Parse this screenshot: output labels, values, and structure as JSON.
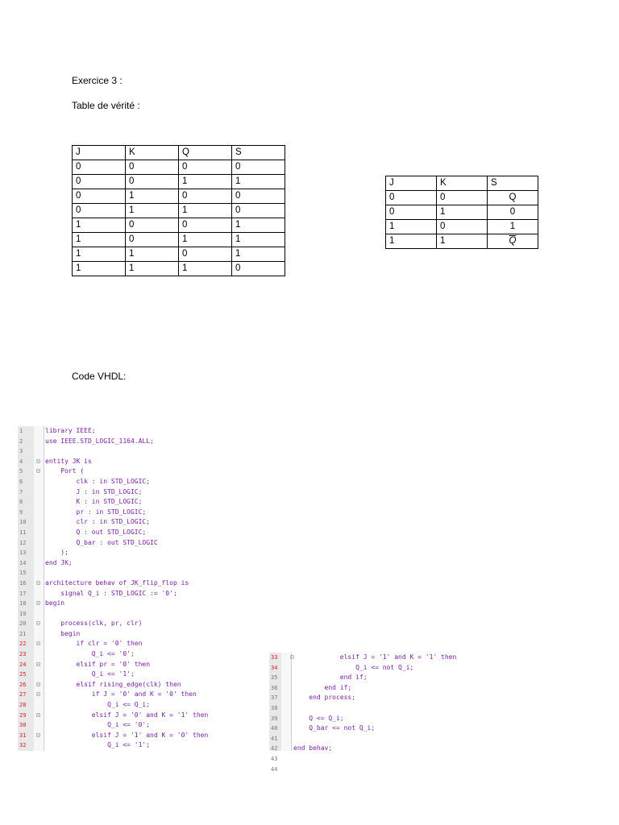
{
  "headings": {
    "exercise": "Exercice 3 :",
    "truth_table": "Table de vérité :",
    "vhdl": "Code VHDL:"
  },
  "table1": {
    "header": [
      "J",
      "K",
      "Q",
      "S"
    ],
    "rows": [
      [
        "0",
        "0",
        "0",
        "0"
      ],
      [
        "0",
        "0",
        "1",
        "1"
      ],
      [
        "0",
        "1",
        "0",
        "0"
      ],
      [
        "0",
        "1",
        "1",
        "0"
      ],
      [
        "1",
        "0",
        "0",
        "1"
      ],
      [
        "1",
        "0",
        "1",
        "1"
      ],
      [
        "1",
        "1",
        "0",
        "1"
      ],
      [
        "1",
        "1",
        "1",
        "0"
      ]
    ]
  },
  "table2": {
    "header": [
      "J",
      "K",
      "S"
    ],
    "rows": [
      [
        "0",
        "0",
        "Q"
      ],
      [
        "0",
        "1",
        "0"
      ],
      [
        "1",
        "0",
        "1"
      ],
      [
        "1",
        "1",
        "Q"
      ]
    ]
  },
  "code_panel_1": {
    "lines": [
      {
        "n": "1",
        "t": "library IEEE;"
      },
      {
        "n": "2",
        "t": "use IEEE.STD_LOGIC_1164.ALL;"
      },
      {
        "n": "3",
        "t": ""
      },
      {
        "n": "4",
        "t": "entity JK is"
      },
      {
        "n": "5",
        "t": "    Port ("
      },
      {
        "n": "6",
        "t": "        clk : in STD_LOGIC;"
      },
      {
        "n": "7",
        "t": "        J : in STD_LOGIC;"
      },
      {
        "n": "8",
        "t": "        K : in STD_LOGIC;"
      },
      {
        "n": "9",
        "t": "        pr : in STD_LOGIC;"
      },
      {
        "n": "10",
        "t": "        clr : in STD_LOGIC;"
      },
      {
        "n": "11",
        "t": "        Q : out STD_LOGIC;"
      },
      {
        "n": "12",
        "t": "        Q_bar : out STD_LOGIC"
      },
      {
        "n": "13",
        "t": "    );"
      },
      {
        "n": "14",
        "t": "end JK;"
      },
      {
        "n": "15",
        "t": ""
      },
      {
        "n": "16",
        "t": "architecture behav of JK_flip_flop is"
      },
      {
        "n": "17",
        "t": "    signal Q_i : STD_LOGIC := '0';"
      },
      {
        "n": "18",
        "t": "begin"
      },
      {
        "n": "19",
        "t": ""
      },
      {
        "n": "20",
        "t": "    process(clk, pr, clr)"
      },
      {
        "n": "21",
        "t": "    begin"
      },
      {
        "n": "22",
        "t": "        if clr = '0' then"
      },
      {
        "n": "23",
        "t": "            Q_i <= '0';"
      },
      {
        "n": "24",
        "t": "        elsif pr = '0' then"
      },
      {
        "n": "25",
        "t": "            Q_i <= '1';"
      },
      {
        "n": "26",
        "t": "        elsif rising_edge(clk) then"
      },
      {
        "n": "27",
        "t": "            if J = '0' and K = '0' then"
      },
      {
        "n": "28",
        "t": "                Q_i <= Q_i;"
      },
      {
        "n": "29",
        "t": "            elsif J = '0' and K = '1' then"
      },
      {
        "n": "30",
        "t": "                Q_i <= '0';"
      },
      {
        "n": "31",
        "t": "            elsif J = '1' and K = '0' then"
      },
      {
        "n": "32",
        "t": "                Q_i <= '1';"
      }
    ]
  },
  "code_panel_2": {
    "lines": [
      {
        "n": "33",
        "t": "            elsif J = '1' and K = '1' then"
      },
      {
        "n": "34",
        "t": "                Q_i <= not Q_i;"
      },
      {
        "n": "35",
        "t": "            end if;"
      },
      {
        "n": "36",
        "t": "        end if;"
      },
      {
        "n": "37",
        "t": "    end process;"
      },
      {
        "n": "38",
        "t": ""
      },
      {
        "n": "39",
        "t": "    Q <= Q_i;"
      },
      {
        "n": "40",
        "t": "    Q_bar <= not Q_i;"
      },
      {
        "n": "41",
        "t": ""
      },
      {
        "n": "42",
        "t": "end behav;"
      },
      {
        "n": "43",
        "t": ""
      },
      {
        "n": "44",
        "t": ""
      }
    ]
  }
}
